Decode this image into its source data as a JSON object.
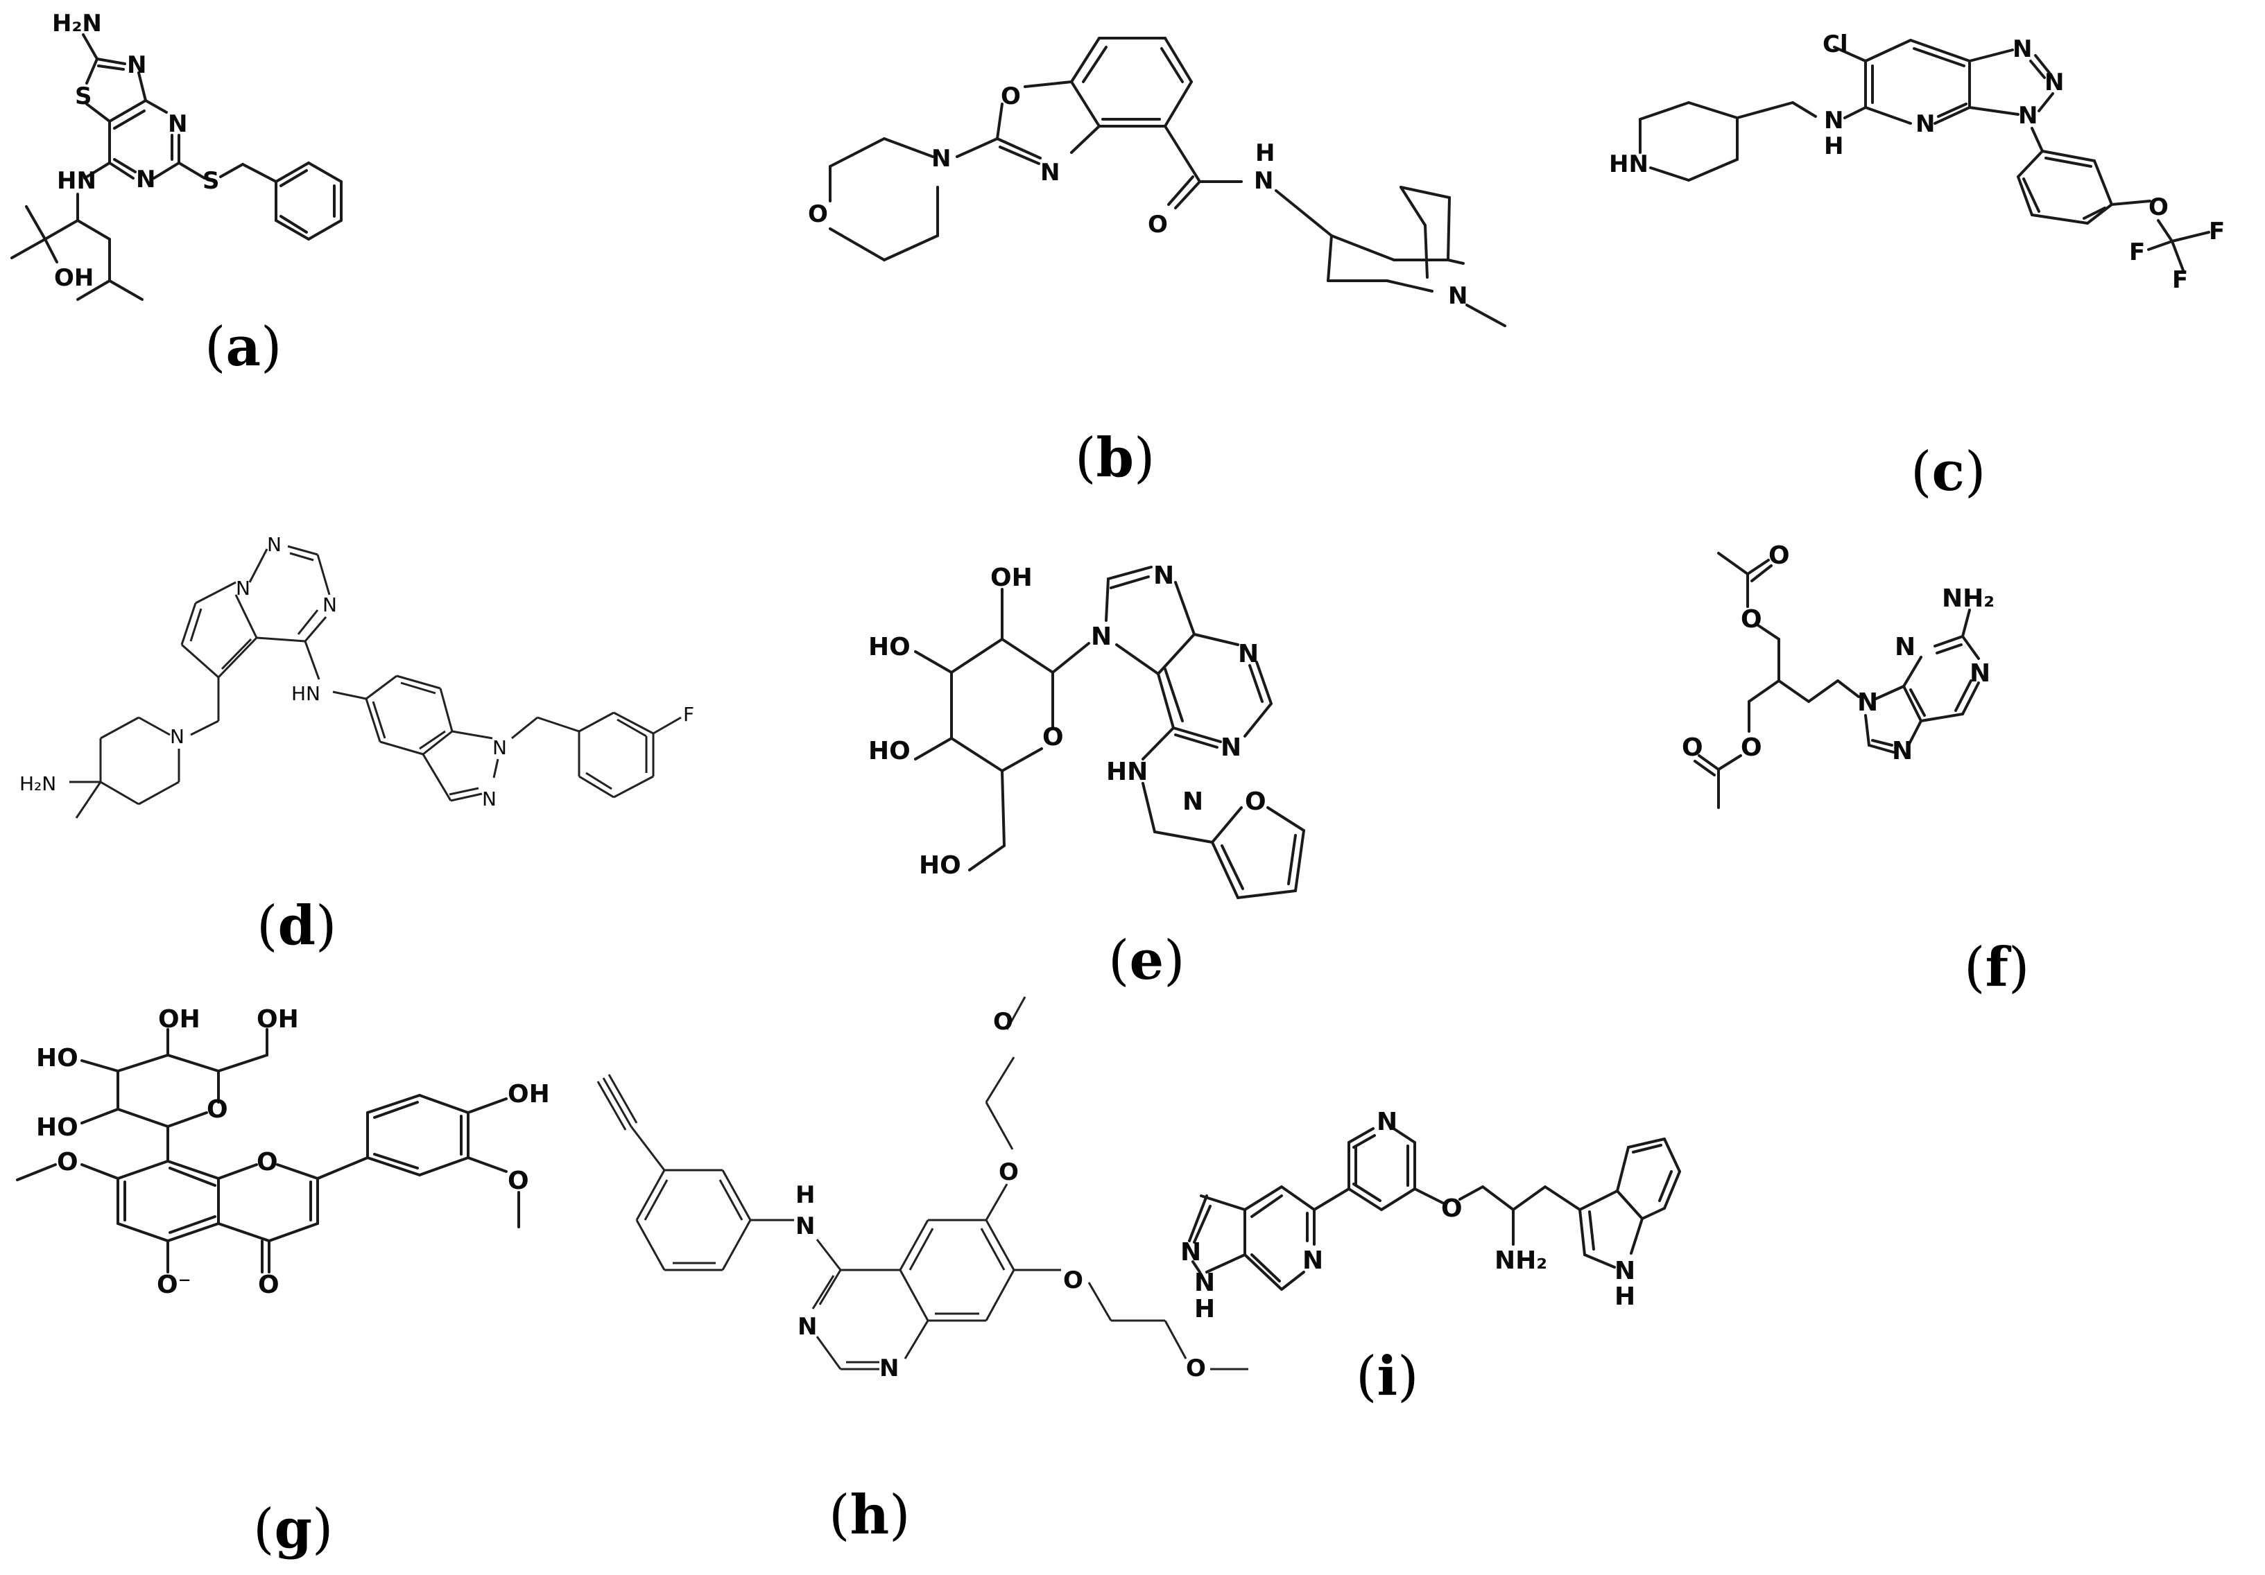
{
  "figure": {
    "panels": [
      {
        "id": "a",
        "label": "(a)",
        "letter": "a",
        "atoms": [
          "H₂N",
          "N",
          "S",
          "N",
          "N",
          "HN",
          "S",
          "OH"
        ]
      },
      {
        "id": "b",
        "label": "(b)",
        "letter": "b",
        "atoms": [
          "O",
          "N",
          "O",
          "N",
          "H",
          "N",
          "O",
          "N"
        ]
      },
      {
        "id": "c",
        "label": "(c)",
        "letter": "c",
        "atoms": [
          "Cl",
          "N",
          "N",
          "N",
          "N",
          "N",
          "H",
          "HN",
          "O",
          "F",
          "F",
          "F"
        ]
      },
      {
        "id": "d",
        "label": "(d)",
        "letter": "d",
        "atoms": [
          "N",
          "N",
          "N",
          "HN",
          "N",
          "H₂N",
          "N",
          "N",
          "F"
        ]
      },
      {
        "id": "e",
        "label": "(e)",
        "letter": "e",
        "atoms": [
          "OH",
          "HO",
          "HO",
          "O",
          "HO",
          "N",
          "N",
          "N",
          "N",
          "N",
          "HN",
          "O"
        ]
      },
      {
        "id": "f",
        "label": "(f)",
        "letter": "f",
        "atoms": [
          "O",
          "O",
          "O",
          "O",
          "NH₂",
          "N",
          "N",
          "N",
          "N"
        ]
      },
      {
        "id": "g",
        "label": "(g)",
        "letter": "g",
        "atoms": [
          "OH",
          "OH",
          "HO",
          "HO",
          "O",
          "O",
          "O",
          "OH",
          "O",
          "O",
          "O⁻"
        ]
      },
      {
        "id": "h",
        "label": "(h)",
        "letter": "h",
        "atoms": [
          "O",
          "O",
          "H",
          "N",
          "O",
          "N",
          "N",
          "O"
        ]
      },
      {
        "id": "i",
        "label": "(i)",
        "letter": "i",
        "atoms": [
          "N",
          "N",
          "N",
          "H",
          "N",
          "O",
          "NH₂",
          "N",
          "H"
        ]
      }
    ]
  }
}
